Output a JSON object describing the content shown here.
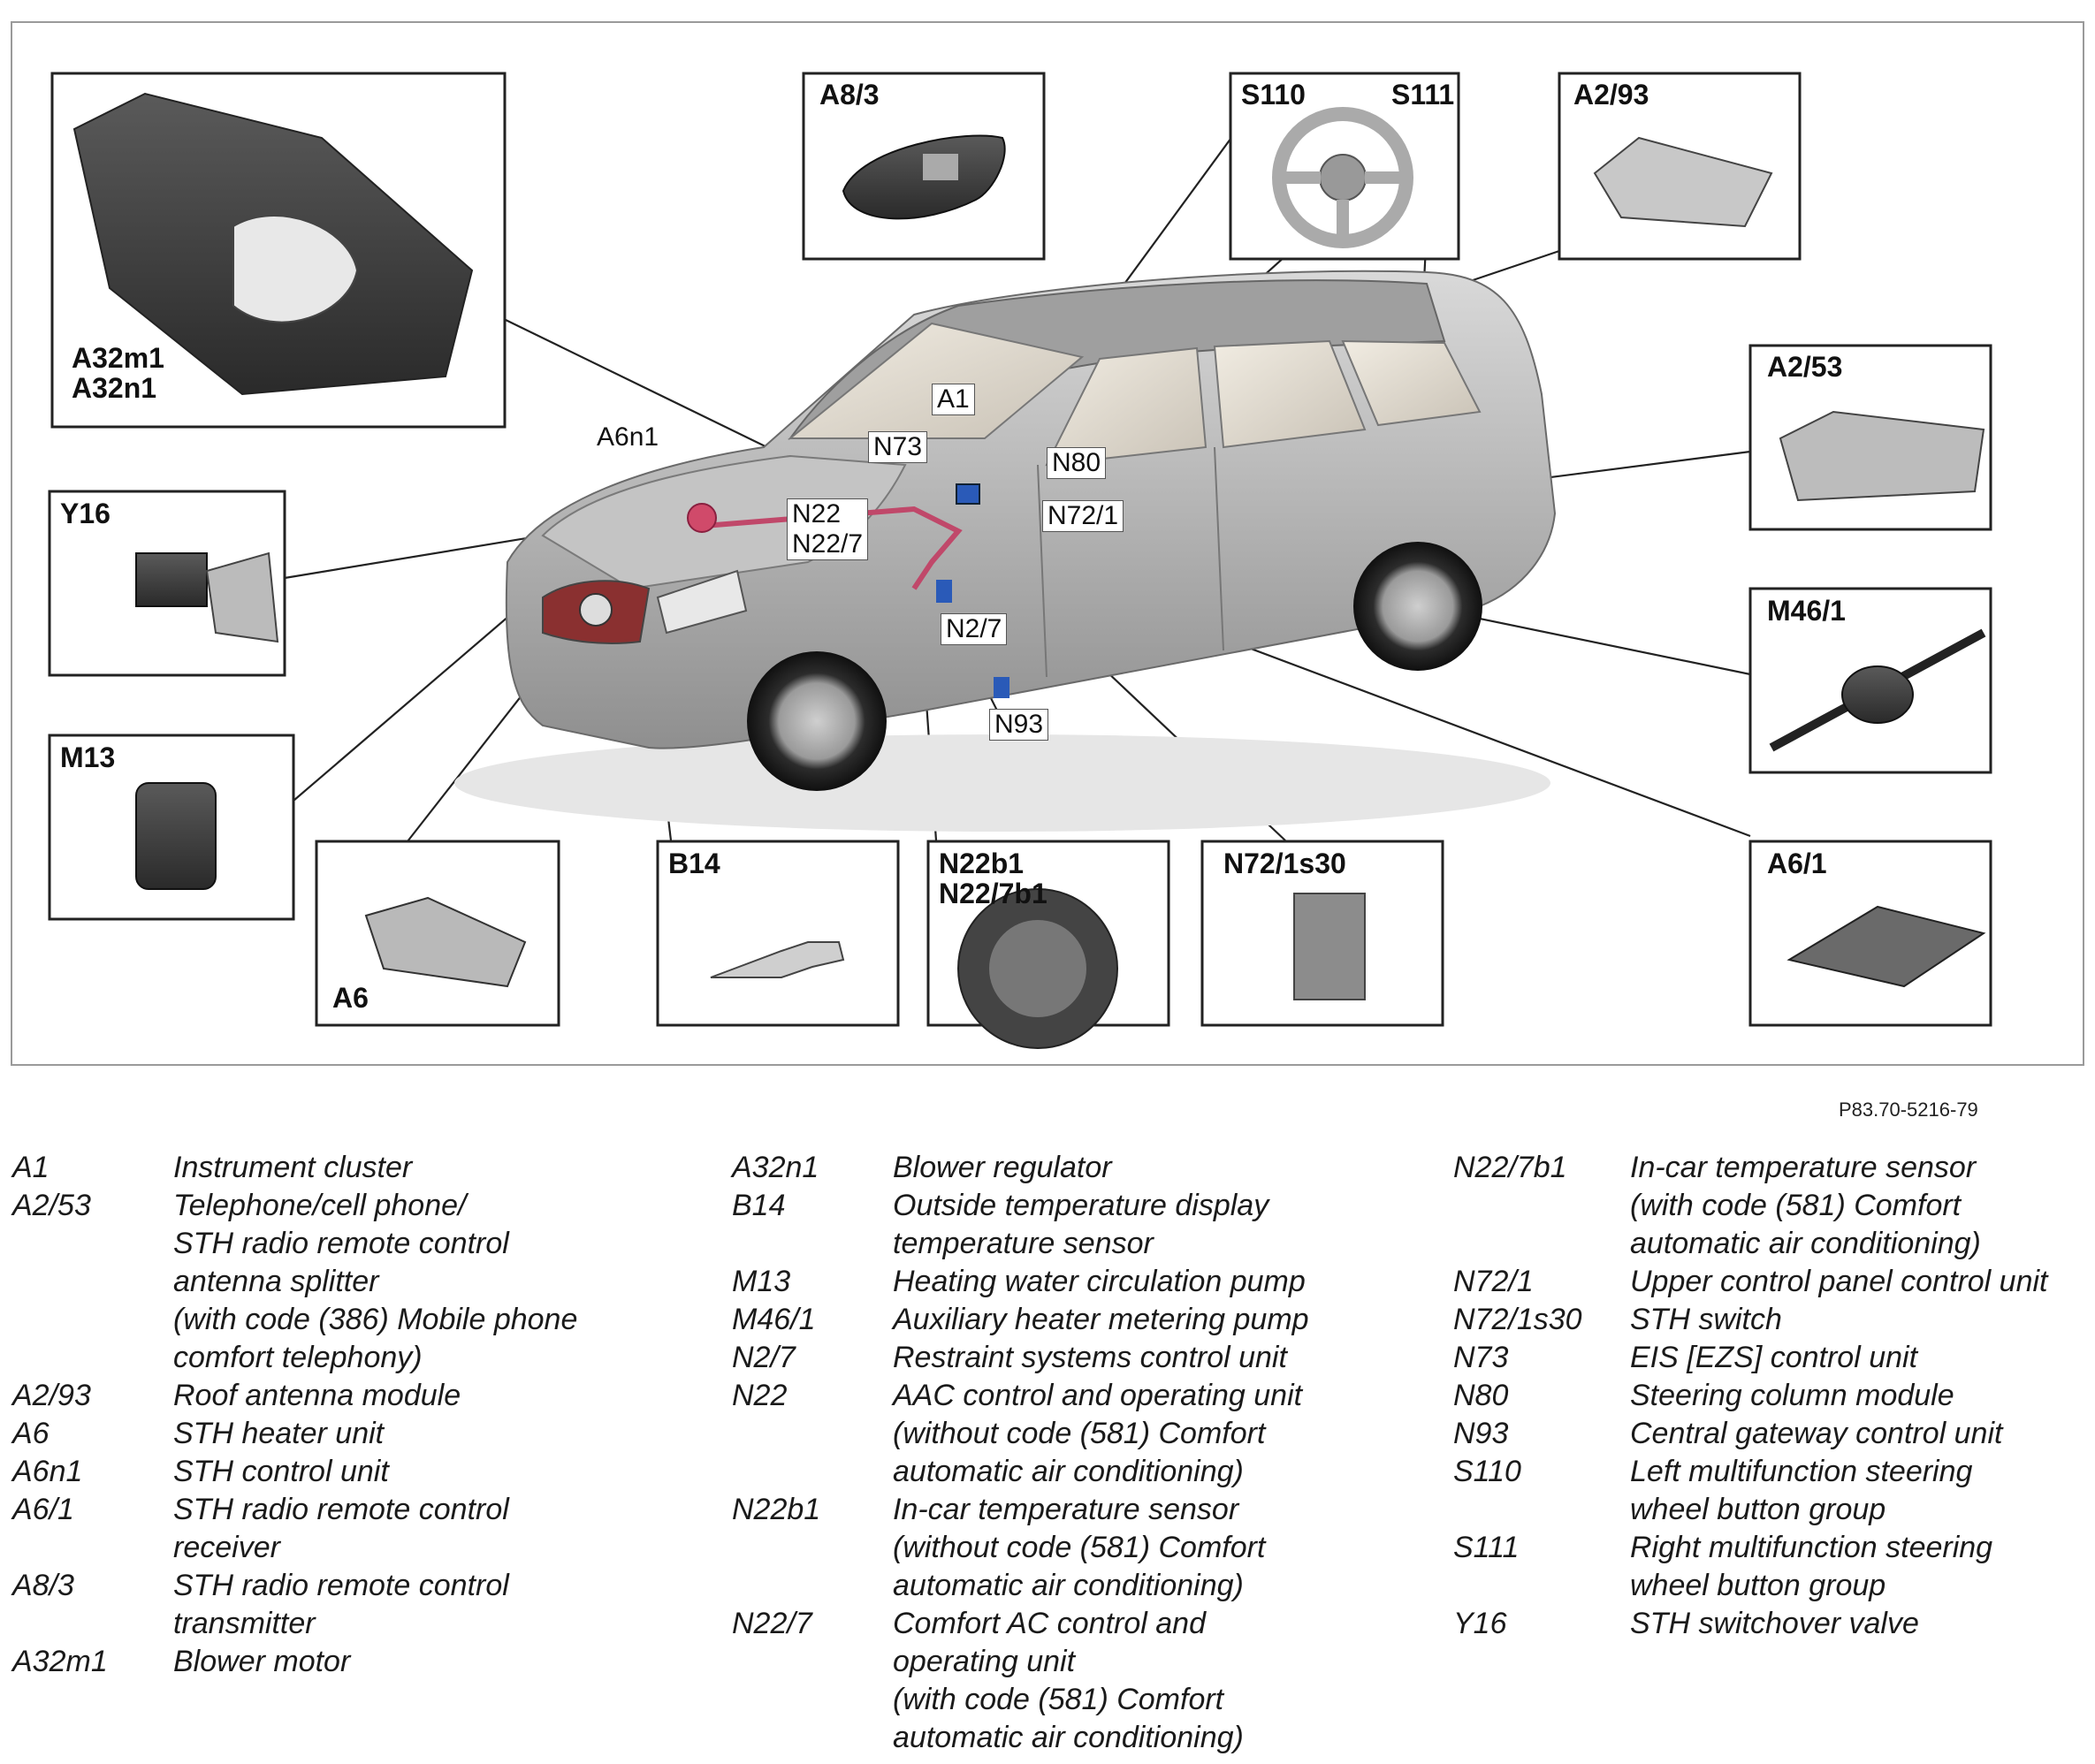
{
  "figure_ref": "P83.70-5216-79",
  "callouts": {
    "a32": "A32m1\nA32n1",
    "a83": "A8/3",
    "s110": "S110",
    "s111": "S111",
    "a293": "A2/93",
    "a253": "A2/53",
    "y16": "Y16",
    "m461": "M46/1",
    "m13": "M13",
    "a6": "A6",
    "b14": "B14",
    "n22b1": "N22b1\nN22/7b1",
    "n721s30": "N72/1s30",
    "a61": "A6/1"
  },
  "car_tags": {
    "a6n1": "A6n1",
    "a1": "A1",
    "n73": "N73",
    "n80": "N80",
    "n22": "N22\nN22/7",
    "n721": "N72/1",
    "n27": "N2/7",
    "n93": "N93"
  },
  "legend_col1": [
    {
      "code": "A1",
      "desc": "Instrument cluster"
    },
    {
      "code": "A2/53",
      "desc": "Telephone/cell phone/\nSTH radio remote control\nantenna splitter\n(with code (386) Mobile phone\ncomfort telephony)"
    },
    {
      "code": "A2/93",
      "desc": "Roof antenna module"
    },
    {
      "code": "A6",
      "desc": "STH heater unit"
    },
    {
      "code": "A6n1",
      "desc": "STH control unit"
    },
    {
      "code": "A6/1",
      "desc": "STH radio remote control\nreceiver"
    },
    {
      "code": "A8/3",
      "desc": "STH radio remote control\ntransmitter"
    },
    {
      "code": "A32m1",
      "desc": "Blower motor"
    }
  ],
  "legend_col2": [
    {
      "code": "A32n1",
      "desc": "Blower regulator"
    },
    {
      "code": "B14",
      "desc": "Outside temperature display\ntemperature sensor"
    },
    {
      "code": "M13",
      "desc": "Heating water circulation pump"
    },
    {
      "code": "M46/1",
      "desc": "Auxiliary heater metering pump"
    },
    {
      "code": "N2/7",
      "desc": "Restraint systems control unit"
    },
    {
      "code": "N22",
      "desc": "AAC control and operating unit\n(without code (581) Comfort\nautomatic air conditioning)"
    },
    {
      "code": "N22b1",
      "desc": "In-car temperature sensor\n(without code (581) Comfort\nautomatic air conditioning)"
    },
    {
      "code": "N22/7",
      "desc": "Comfort AC control and\noperating unit\n(with code (581) Comfort\nautomatic air conditioning)"
    }
  ],
  "legend_col3": [
    {
      "code": "N22/7b1",
      "desc": "In-car temperature sensor\n(with code (581) Comfort\nautomatic air conditioning)"
    },
    {
      "code": "N72/1",
      "desc": "Upper control panel control unit"
    },
    {
      "code": "N72/1s30",
      "desc": "STH switch"
    },
    {
      "code": "N73",
      "desc": "EIS [EZS] control unit"
    },
    {
      "code": "N80",
      "desc": "Steering column module"
    },
    {
      "code": "N93",
      "desc": "Central gateway control unit"
    },
    {
      "code": "S110",
      "desc": "Left multifunction steering\nwheel button group"
    },
    {
      "code": "S111",
      "desc": "Right multifunction steering\nwheel button group"
    },
    {
      "code": "Y16",
      "desc": "STH switchover valve"
    }
  ]
}
